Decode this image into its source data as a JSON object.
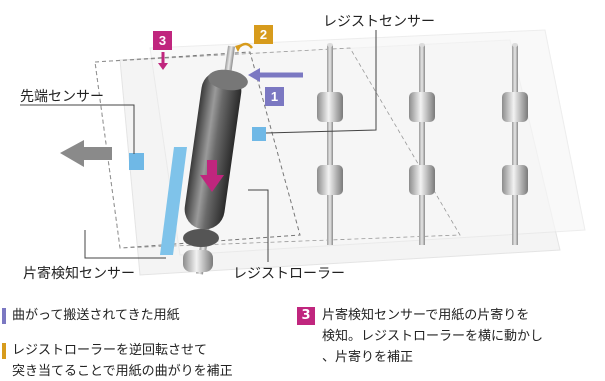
{
  "labels": {
    "registration_sensor": "レジストセンサー",
    "leading_edge_sensor": "先端センサー",
    "side_shift_sensor": "片寄検知センサー",
    "registration_roller": "レジストローラー"
  },
  "badges": {
    "one": "1",
    "two": "2",
    "three": "3"
  },
  "legend": {
    "item1_text": "曲がって搬送されてきた用紙",
    "item2_line1": "レジストローラーを逆回転させて",
    "item2_line2": "突き当てることで用紙の曲がりを補正",
    "item3_number": "3",
    "item3_line1": "片寄検知センサーで用紙の片寄りを",
    "item3_line2": "検知。レジストローラーを横に動かし",
    "item3_line3": "、片寄りを補正"
  },
  "colors": {
    "badge1": "#7b78c2",
    "badge2": "#d79b1c",
    "badge3": "#c0267e",
    "sensor_blue": "#7fc3ea",
    "feed_arrow": "#7b78c2",
    "correction_arrow": "#c0267e",
    "output_arrow": "#8a8a8a"
  }
}
